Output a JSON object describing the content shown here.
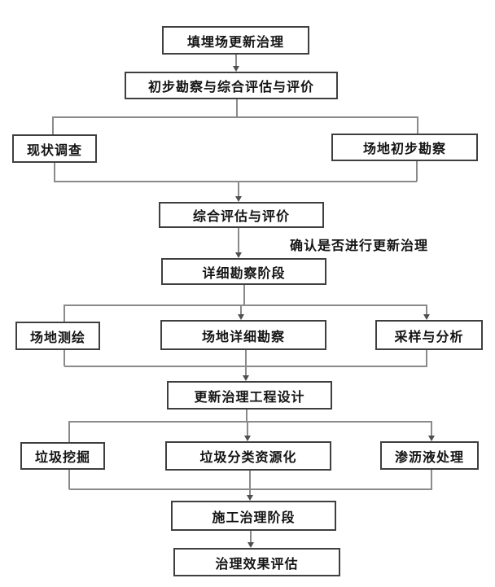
{
  "diagram": {
    "nodes": {
      "landfill_renewal": "填埋场更新治理",
      "preliminary_survey_assessment": "初步勘察与综合评估与评价",
      "current_situation_survey": "现状调查",
      "site_preliminary_survey": "场地初步勘察",
      "comprehensive_assessment": "综合评估与评价",
      "detailed_survey_stage": "详细勘察阶段",
      "site_mapping": "场地测绘",
      "site_detailed_survey": "场地详细勘察",
      "sampling_analysis": "采样与分析",
      "renewal_engineering_design": "更新治理工程设计",
      "waste_excavation": "垃圾挖掘",
      "waste_sorting_recycling": "垃圾分类资源化",
      "leachate_treatment": "渗沥液处理",
      "construction_stage": "施工治理阶段",
      "effect_evaluation": "治理效果评估"
    },
    "annotation": "确认是否进行更新治理",
    "colors": {
      "box_border": "#3f3f3f",
      "connector": "#8a8a8a",
      "arrowhead": "#4f4f4f",
      "text": "#141414",
      "background": "#ffffff"
    }
  }
}
